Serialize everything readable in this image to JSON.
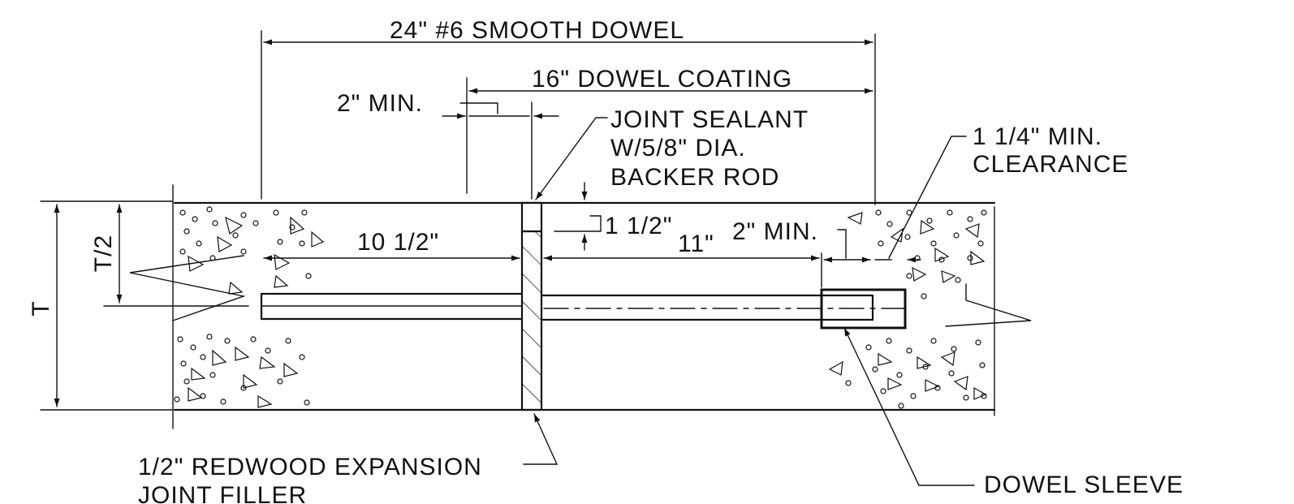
{
  "labels": {
    "dowel_length": "24\" #6 SMOOTH DOWEL",
    "dowel_coating": "16\" DOWEL COATING",
    "coating_min": "2\" MIN.",
    "sealant_line1": "JOINT SEALANT",
    "sealant_line2": "W/5/8\" DIA.",
    "sealant_line3": "BACKER ROD",
    "clearance_line1": "1 1/4\" MIN.",
    "clearance_line2": "CLEARANCE",
    "half_thickness": "T/2",
    "thickness": "T",
    "sealant_depth": "1 1/2\"",
    "left_embed": "10 1/2\"",
    "right_embed": "11\"",
    "sleeve_min": "2\" MIN.",
    "filler_line1": "1/2\" REDWOOD EXPANSION",
    "filler_line2": "JOINT FILLER",
    "sleeve": "DOWEL SLEEVE"
  }
}
